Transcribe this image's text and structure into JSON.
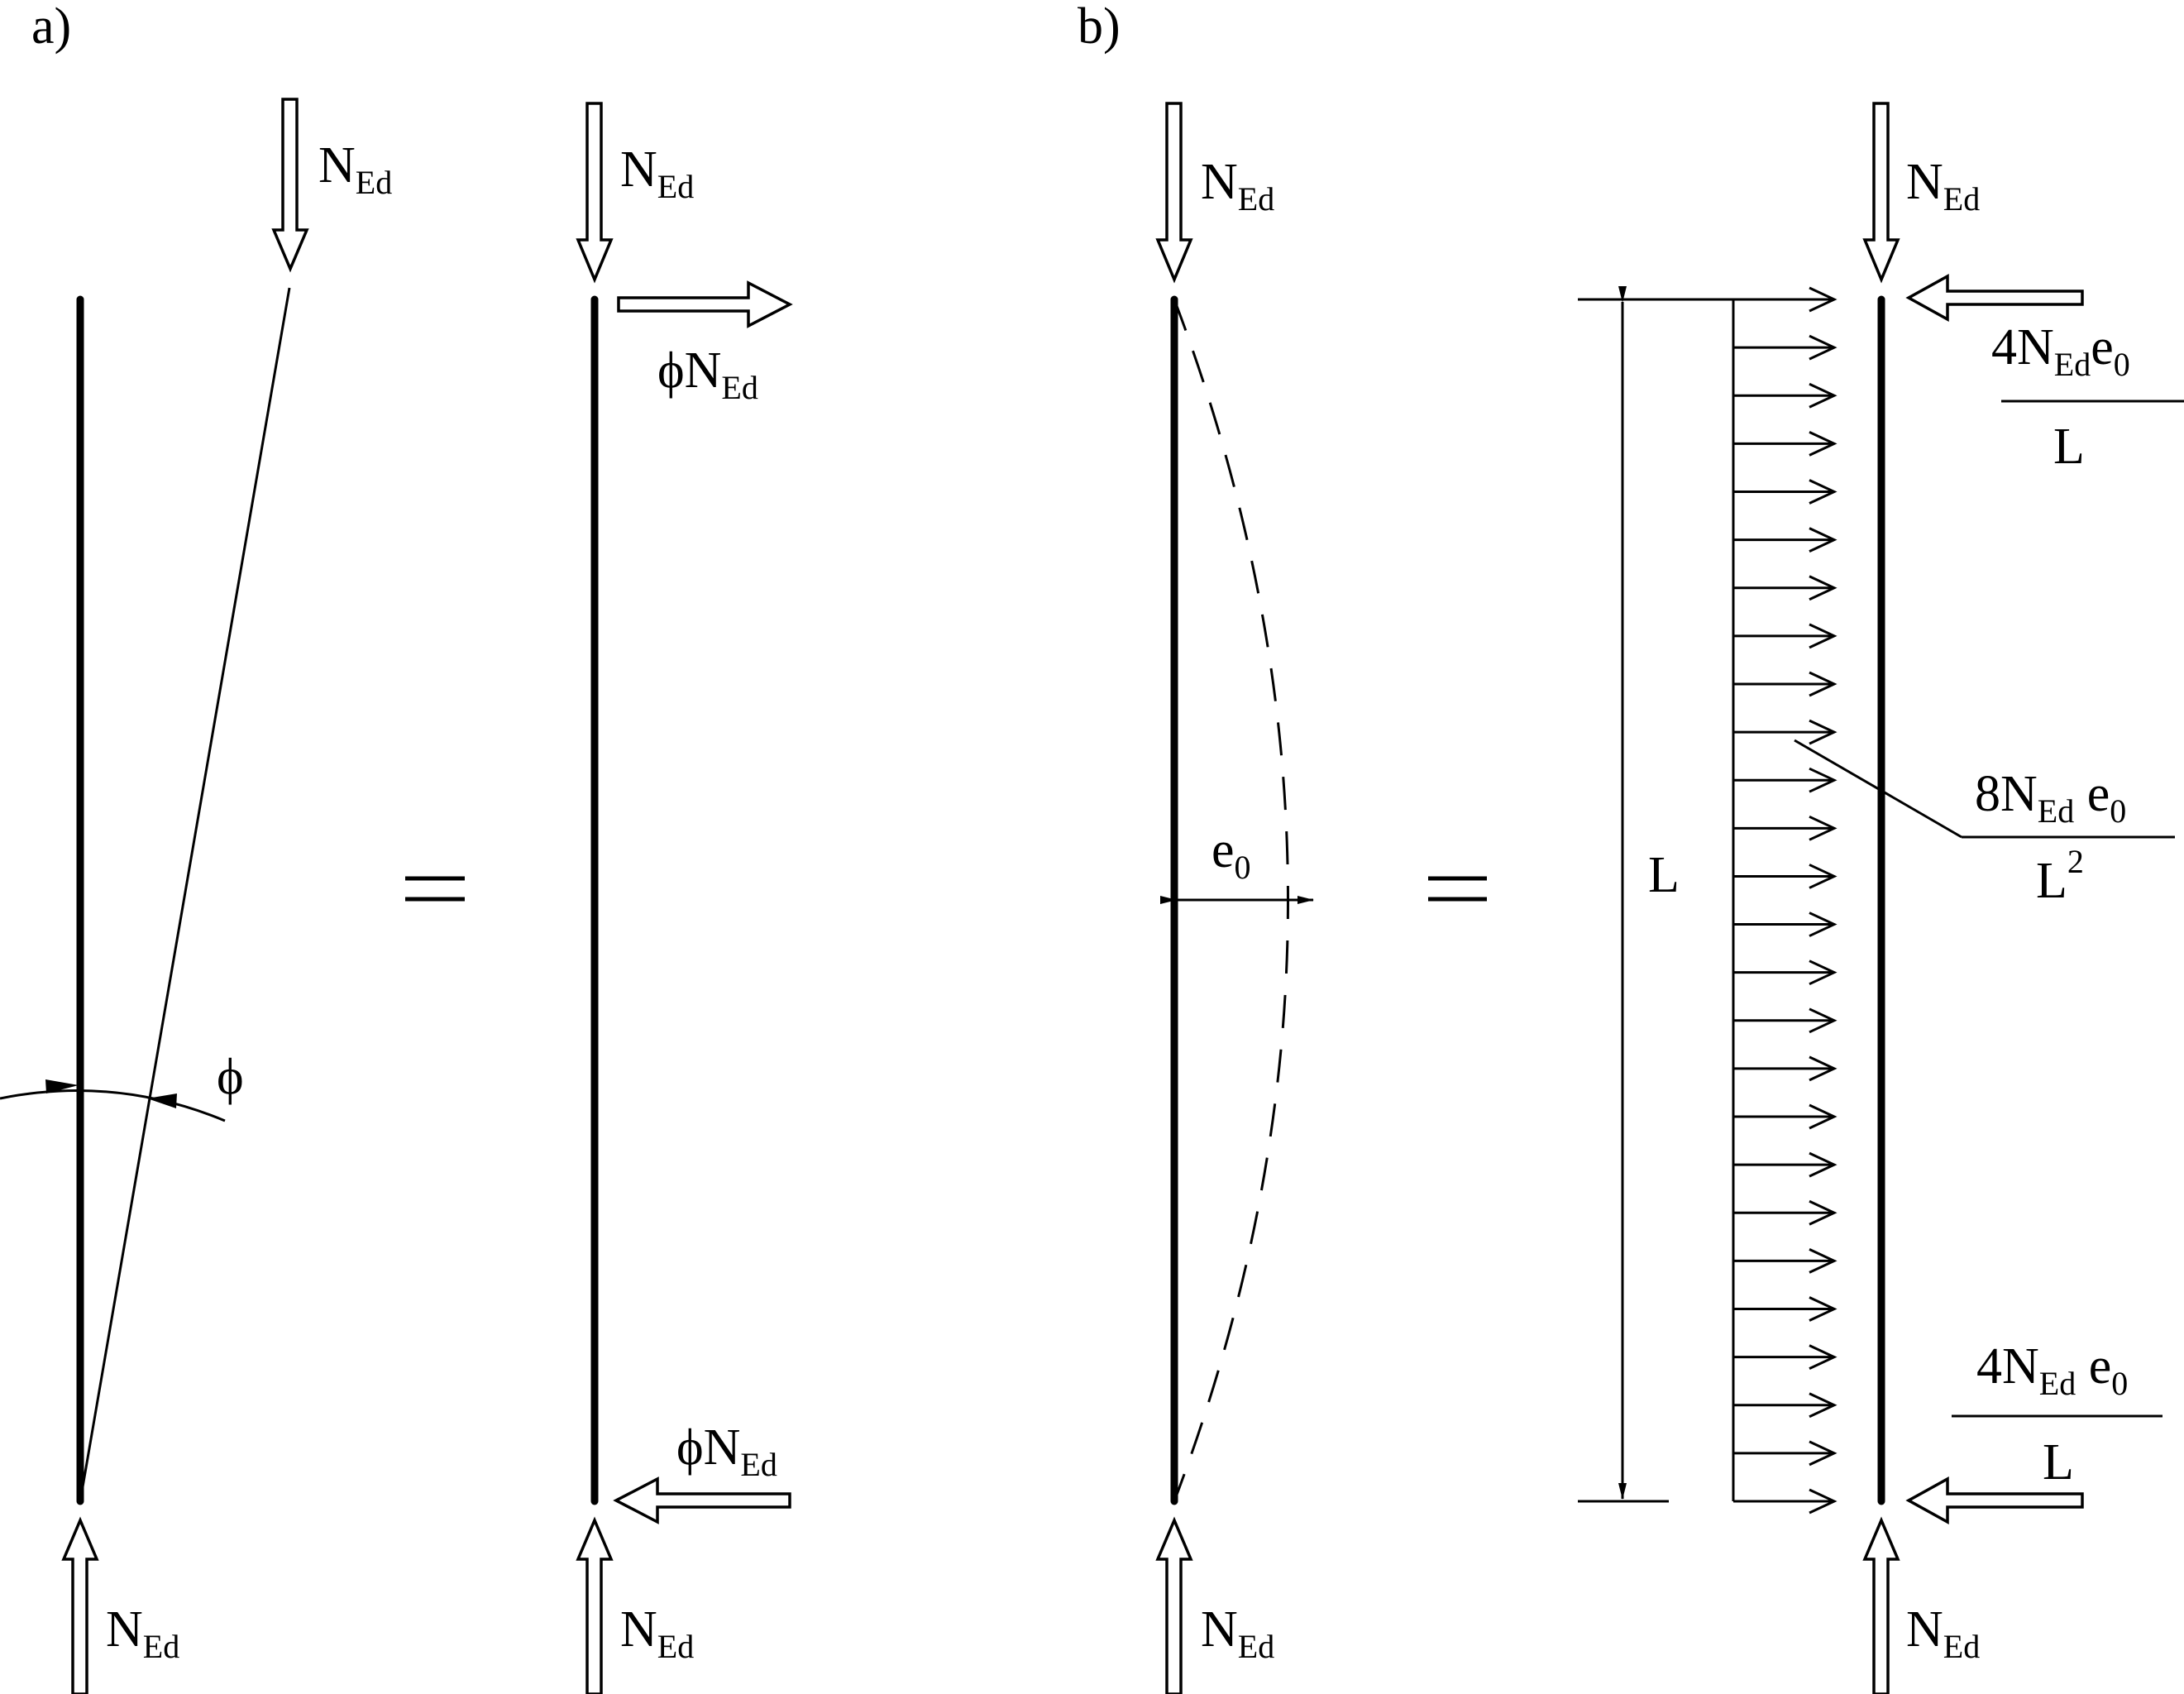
{
  "panel_a": {
    "label": "a)",
    "force": "N",
    "force_sub": "Ed",
    "angle_symbol": "ϕ",
    "equals": "=",
    "reaction_prefix": "ϕN",
    "reaction_sub": "Ed"
  },
  "panel_b": {
    "label": "b)",
    "force": "N",
    "force_sub": "Ed",
    "eccentricity": "e",
    "eccentricity_sub": "0",
    "equals": "=",
    "length": "L",
    "end_num_prefix": "4N",
    "end_num_sub": "Ed",
    "end_num_e": "e",
    "end_num_e_sub": "0",
    "end_den": "L",
    "dist_num_prefix": "8N",
    "dist_num_sub": "Ed",
    "dist_num_e": " e",
    "dist_num_e_sub": "0",
    "dist_den": "L",
    "dist_den_sup": "2"
  }
}
